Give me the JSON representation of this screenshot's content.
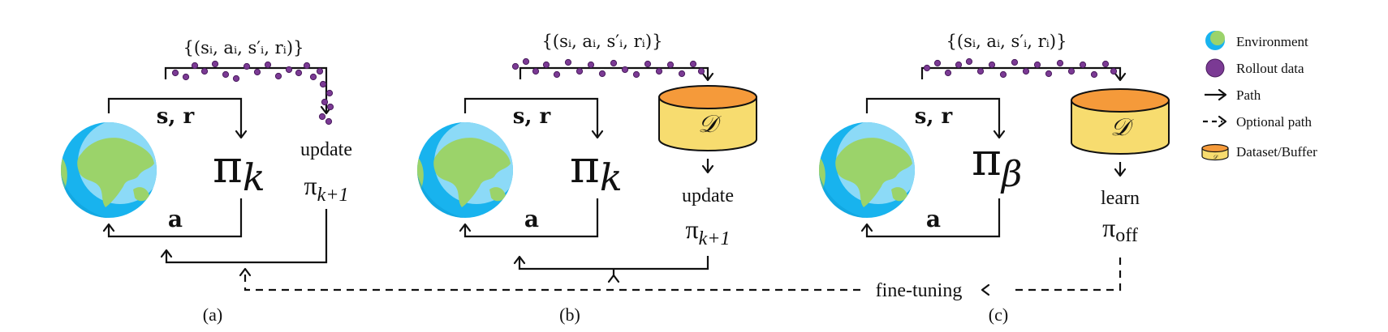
{
  "panels": [
    {
      "id": "a",
      "caption": "(a)",
      "tuple": "{(sᵢ, aᵢ, s′ᵢ, rᵢ)}",
      "state_reward": "s, r",
      "action": "a",
      "policy_base": "π",
      "policy_sub": "k",
      "update_label": "update",
      "next_base": "π",
      "next_sub": "k+1"
    },
    {
      "id": "b",
      "caption": "(b)",
      "tuple": "{(sᵢ, aᵢ, s′ᵢ, rᵢ)}",
      "state_reward": "s, r",
      "action": "a",
      "policy_base": "π",
      "policy_sub": "k",
      "dataset": "𝒟",
      "update_label": "update",
      "next_base": "π",
      "next_sub": "k+1"
    },
    {
      "id": "c",
      "caption": "(c)",
      "tuple": "{(sᵢ, aᵢ, s′ᵢ, rᵢ)}",
      "state_reward": "s, r",
      "action": "a",
      "policy_base": "π",
      "policy_sub": "β",
      "dataset": "𝒟",
      "learn_label": "learn",
      "next_base": "π",
      "next_sub": "off"
    }
  ],
  "fine_tuning": "fine-tuning",
  "legend": {
    "environment": "Environment",
    "rollout": "Rollout data",
    "path": "Path",
    "optional": "Optional path",
    "dataset": "Dataset/Buffer",
    "dataset_icon_letter": "𝒟"
  },
  "colors": {
    "rollout_dot": "#7b3a94",
    "db_top": "#f59a3a",
    "db_body": "#f7dc6f",
    "earth_ocean": "#18b3ee",
    "earth_land": "#9bd36a",
    "earth_light": "#8cdaf7"
  }
}
